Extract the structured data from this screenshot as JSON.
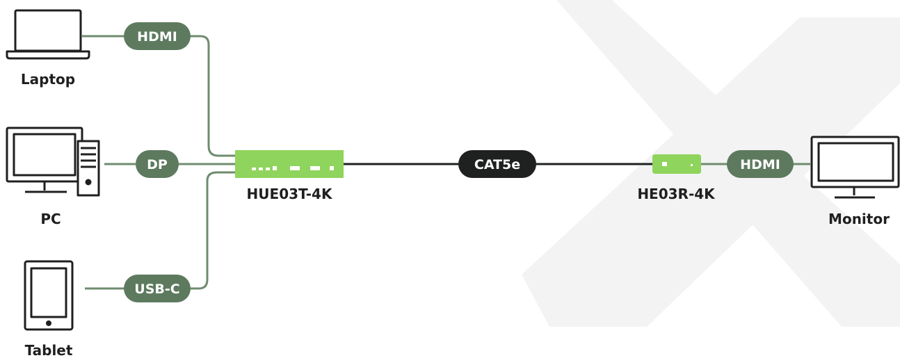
{
  "sources": {
    "laptop": {
      "label": "Laptop",
      "connector": "HDMI"
    },
    "pc": {
      "label": "PC",
      "connector": "DP"
    },
    "tablet": {
      "label": "Tablet",
      "connector": "USB-C"
    }
  },
  "transmitter": {
    "label": "HUE03T-4K"
  },
  "cable": {
    "label": "CAT5e"
  },
  "receiver": {
    "label": "HE03R-4K"
  },
  "output": {
    "label": "Monitor",
    "connector": "HDMI"
  },
  "colors": {
    "pill_green": "#5d7a5f",
    "line_green": "#6e8c6f",
    "device_green": "#8fd45c",
    "cable_dark": "#1f2121",
    "watermark": "#f2f2f2",
    "icon_stroke": "#1f1f1f"
  }
}
